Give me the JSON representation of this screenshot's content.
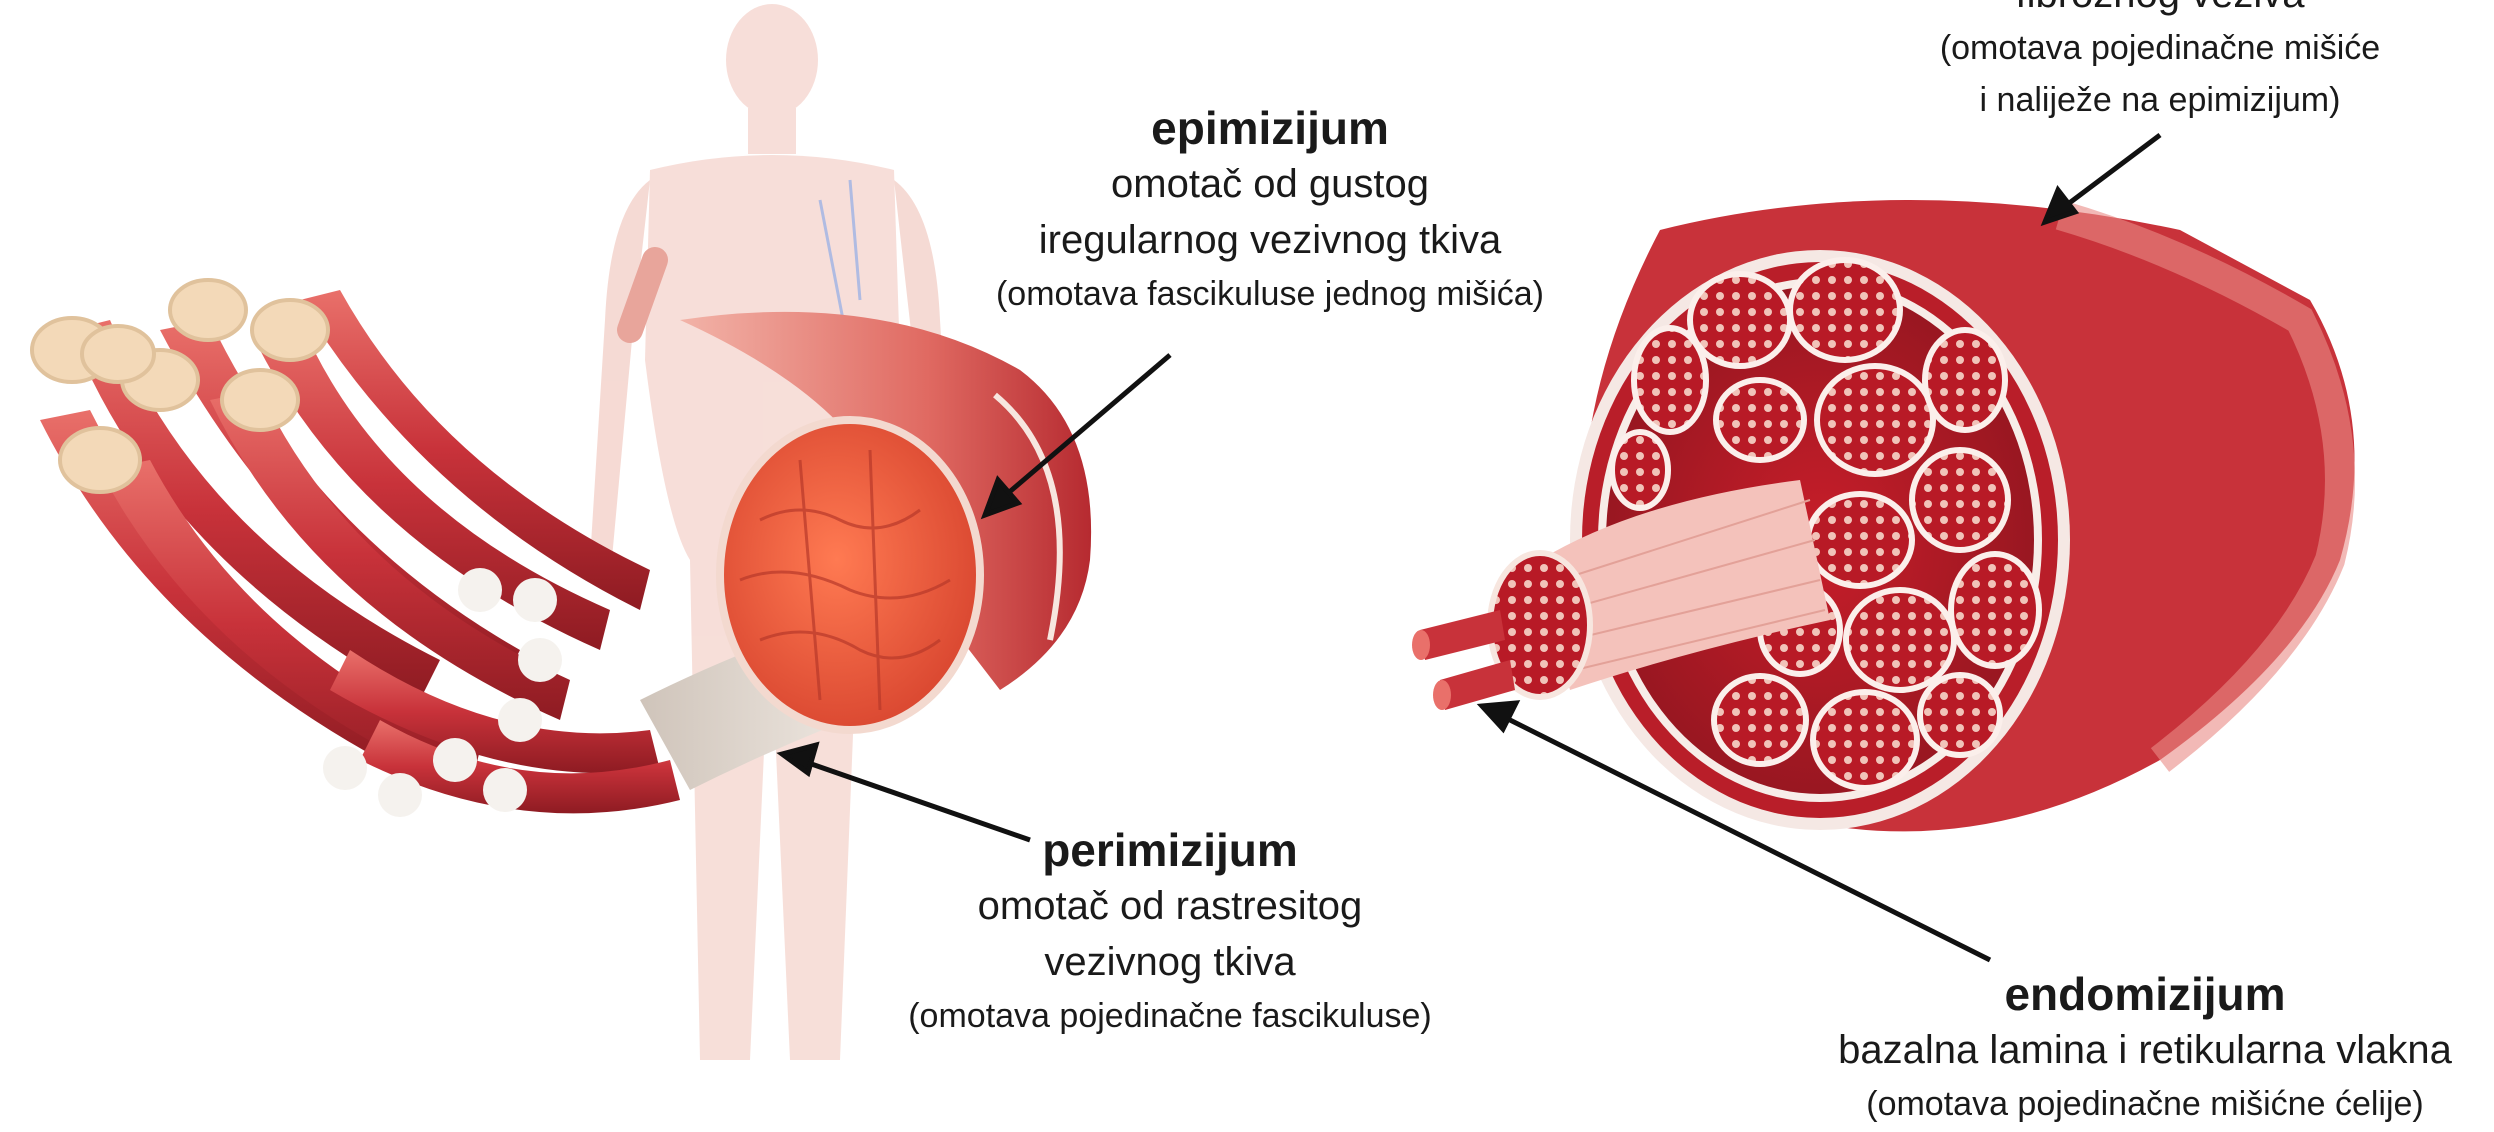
{
  "labels": {
    "epimizijum": {
      "title": "epimizijum",
      "line1": "omotač od gustog",
      "line2": "iregularnog vezivnog tkiva",
      "note": "(omotava fascikuluse jednog mišića)"
    },
    "perimizijum": {
      "title": "perimizijum",
      "line1": "omotač od rastresitog",
      "line2": "vezivnog tkiva",
      "note": "(omotava pojedinačne fascikuluse)"
    },
    "endomizijum": {
      "title": "endomizijum",
      "line1": "bazalna lamina i retikularna vlakna",
      "note": "(omotava pojedinačne mišićne ćelije)"
    },
    "fascia": {
      "partial": "fibroznog veziva",
      "line1": "(omotava pojedinačne mišiće",
      "line2": "i naliježe na epimizijum)"
    }
  },
  "colors": {
    "muscle": "#c8323a",
    "muscle_dark": "#8e1b22",
    "muscle_light": "#e9706a",
    "fiber_end": "#f3d9b8",
    "tendon": "#e4dcd4",
    "body": "#f2c9c0",
    "arrow": "#111111"
  }
}
